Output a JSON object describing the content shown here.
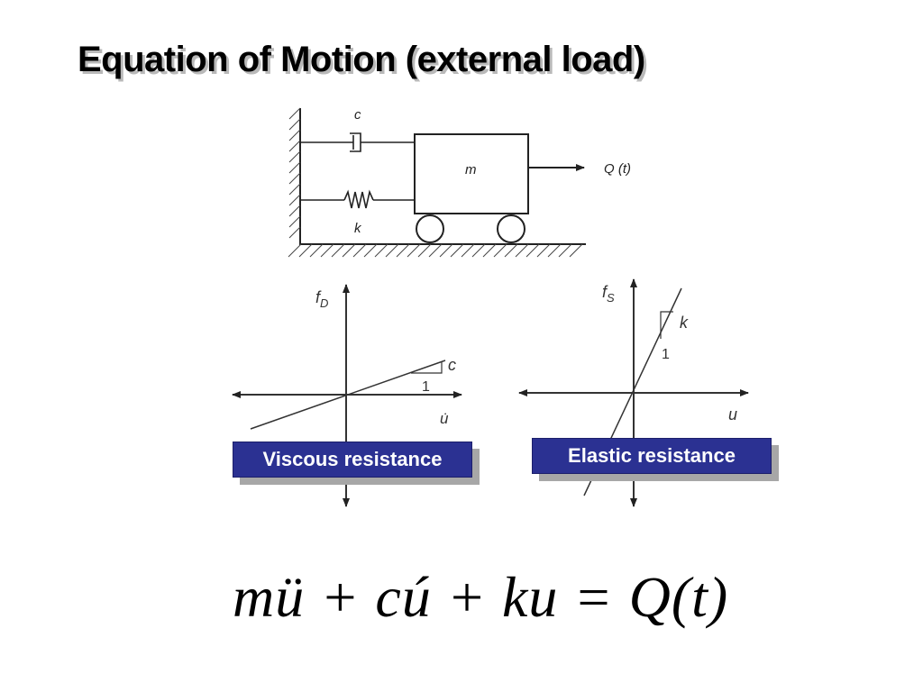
{
  "slide": {
    "title": "Equation of Motion (external load)",
    "equation": "mü + cú + ku = Q(t)"
  },
  "system_diagram": {
    "damper_label": "c",
    "spring_label": "k",
    "mass_label": "m",
    "load_label": "Q (t)"
  },
  "viscous_graph": {
    "y_axis_label": "f_D",
    "x_axis_label": "u̇",
    "slope_label": "c",
    "unit_label": "1",
    "caption": "Viscous resistance",
    "caption_bg": "#2b3192"
  },
  "elastic_graph": {
    "y_axis_label": "f_S",
    "x_axis_label": "u",
    "slope_label": "k",
    "unit_label": "1",
    "caption": "Elastic resistance",
    "caption_bg": "#2b3192"
  }
}
